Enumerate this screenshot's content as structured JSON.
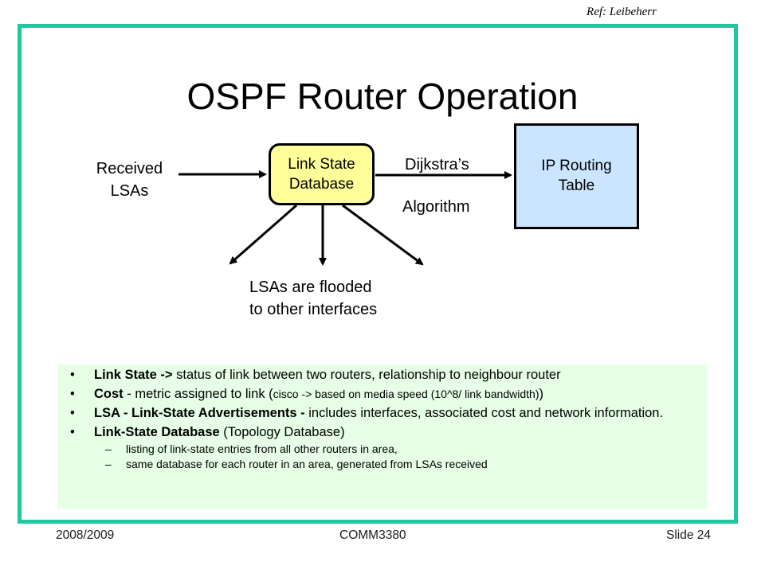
{
  "ref": "Ref: Leibeherr",
  "title": "OSPF Router Operation",
  "diagram": {
    "received": [
      "Received",
      "LSAs"
    ],
    "lsdb": [
      "Link State",
      "Database"
    ],
    "algorithm_top": "Dijkstra’s",
    "algorithm_bottom": "Algorithm",
    "ip_table": [
      "IP Routing",
      "Table"
    ],
    "flooded": [
      "LSAs are flooded",
      "to other interfaces"
    ]
  },
  "notes": {
    "b1_term": "Link State ->",
    "b1_text": " status of link between two routers, relationship to neighbour router",
    "b2_term": "Cost",
    "b2_text": " - metric assigned to link (",
    "b2_small": "cisco -> based on media speed (10^8/ link bandwidth)",
    "b2_close": ")",
    "b3_term": "LSA - Link-State Advertisements -",
    "b3_text": " includes interfaces, associated cost and network information.",
    "b4_term": "Link-State Database",
    "b4_text": " (Topology Database)",
    "sub1": "listing of link-state entries from all other routers in area,",
    "sub2": "same database for each router in an area, generated from LSAs received"
  },
  "footer": {
    "left": "2008/2009",
    "center": "COMM3380",
    "right": "Slide 24"
  },
  "colors": {
    "frame": "#1ec8a0",
    "lsdb_fill": "#ffff99",
    "ip_table_fill": "#cce5ff",
    "notes_fill": "#e6ffe6"
  }
}
